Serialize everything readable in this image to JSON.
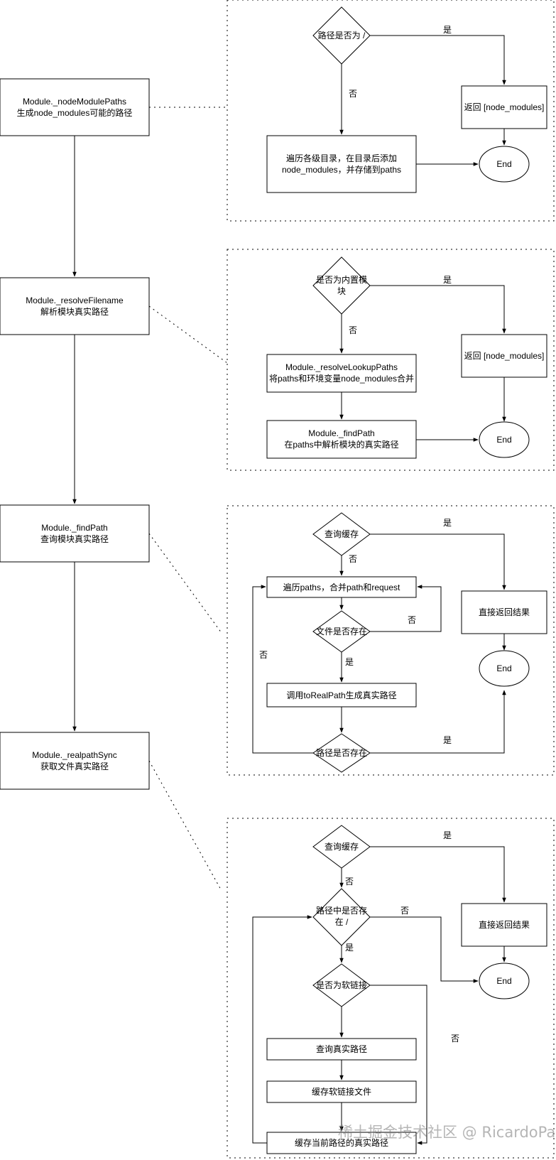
{
  "colors": {
    "stroke": "#000000",
    "fill": "#ffffff",
    "text": "#000000",
    "watermark": "#8a8a8a"
  },
  "left_column": [
    {
      "line1": "Module._nodeModulePaths",
      "line2": "生成node_modules可能的路径"
    },
    {
      "line1": "Module._resolveFilename",
      "line2": "解析模块真实路径"
    },
    {
      "line1": "Module._findPath",
      "line2": "查询模块真实路径"
    },
    {
      "line1": "Module._realpathSync",
      "line2": "获取文件真实路径"
    }
  ],
  "panel1": {
    "decision": "路径是否为 /",
    "yes": "是",
    "no": "否",
    "return_box": "返回 [node_modules]",
    "process_line1": "遍历各级目录，在目录后添加",
    "process_line2": "node_modules，并存储到paths",
    "end": "End"
  },
  "panel2": {
    "decision_line1": "是否为内置模",
    "decision_line2": "块",
    "yes": "是",
    "no": "否",
    "return_box": "返回 [node_modules]",
    "box1_line1": "Module._resolveLookupPaths",
    "box1_line2": "将paths和环境变量node_modules合并",
    "box2_line1": "Module._findPath",
    "box2_line2": "在paths中解析模块的真实路径",
    "end": "End"
  },
  "panel3": {
    "decision1": "查询缓存",
    "yes1": "是",
    "no1": "否",
    "loop_box": "遍历paths，合并path和request",
    "decision2": "文件是否存在",
    "no2": "否",
    "yes2": "是",
    "no_left": "否",
    "box_realpath": "调用toRealPath生成真实路径",
    "decision3": "路径是否存在",
    "yes3": "是",
    "return_box": "直接返回结果",
    "end": "End"
  },
  "panel4": {
    "decision1": "查询缓存",
    "yes1": "是",
    "no1": "否",
    "decision2_line1": "路径中是否存",
    "decision2_line2": "在 /",
    "no2": "否",
    "yes2": "是",
    "decision3": "是否为软链接",
    "no3": "否",
    "box1": "查询真实路径",
    "box2": "缓存软链接文件",
    "box3": "缓存当前路径的真实路径",
    "return_box": "直接返回结果",
    "end": "End"
  },
  "watermark": "稀土掘金技术社区 @ RicardoPang"
}
